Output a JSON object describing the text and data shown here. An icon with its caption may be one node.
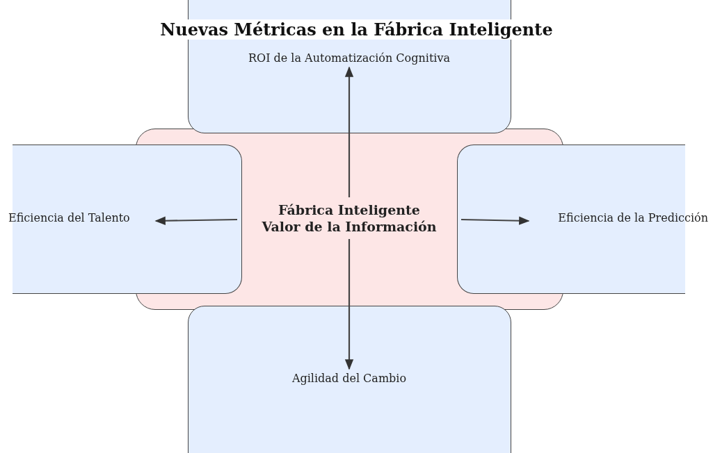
{
  "diagram": {
    "title": "Nuevas Métricas en la Fábrica Inteligente",
    "nodes": [
      {
        "text": [
          "Fábrica Inteligente",
          "Valor de la Información"
        ]
      },
      {
        "text": [
          "ROI de la Automatización Cognitiva"
        ]
      },
      {
        "text": [
          "Eficiencia del Talento"
        ]
      },
      {
        "text": [
          "Eficiencia de la Predicción"
        ]
      },
      {
        "text": [
          "Agilidad del Cambio"
        ]
      }
    ],
    "edges": [
      {
        "from": 0,
        "to": 1,
        "arrow": "to"
      },
      {
        "from": 0,
        "to": 2,
        "arrow": "to"
      },
      {
        "from": 0,
        "to": 3,
        "arrow": "to"
      },
      {
        "from": 0,
        "to": 4,
        "arrow": "to"
      }
    ]
  }
}
